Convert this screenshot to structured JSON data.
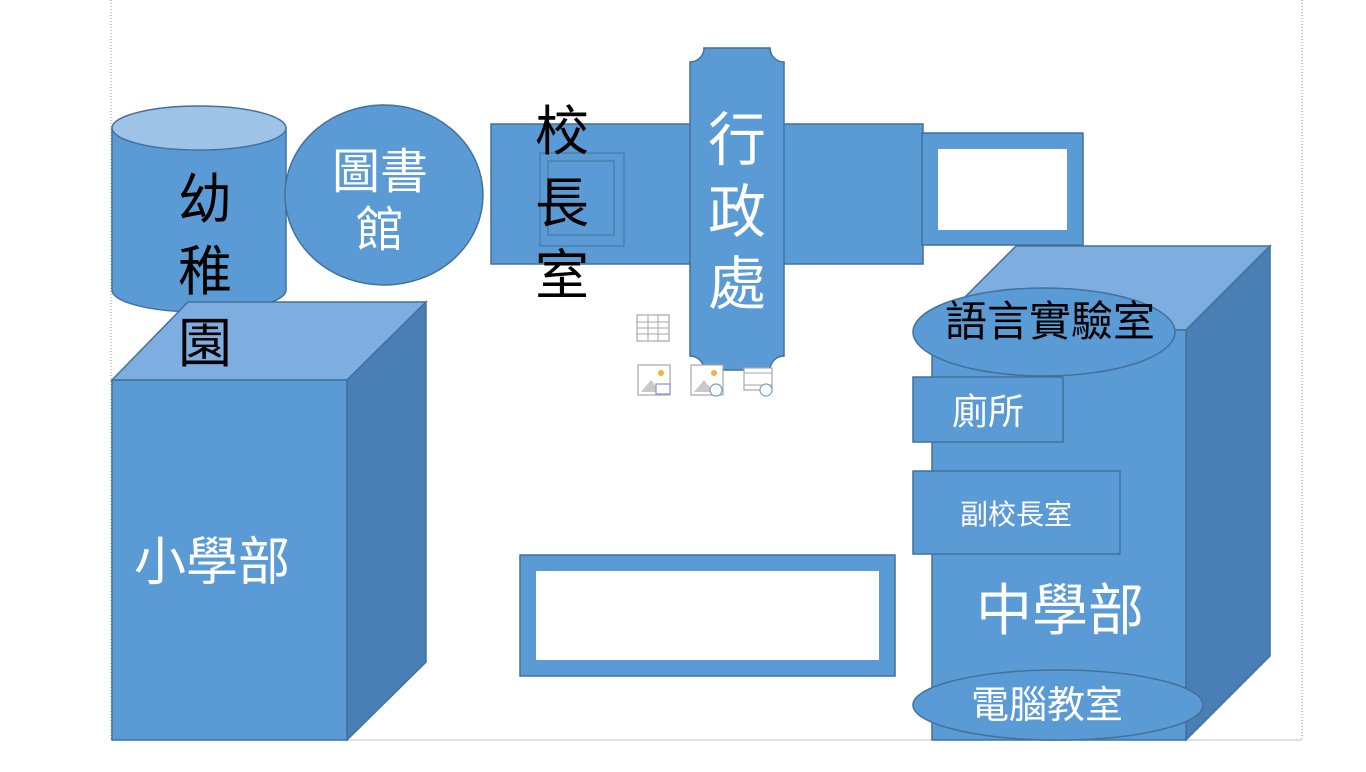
{
  "colors": {
    "fill": "#5b9bd5",
    "stroke": "#41719c",
    "top_face": "#7eaee0",
    "cylinder_top": "#9dc3e6",
    "side_face": "#4a7fb5",
    "icon_gray": "#a6a6a6",
    "icon_orange": "#f5b043",
    "slide_border": "#9a9a9a"
  },
  "labels": {
    "kindergarten": [
      "幼",
      "稚",
      "園"
    ],
    "library": [
      "圖書",
      "館"
    ],
    "principal_office": [
      "校",
      "長",
      "室"
    ],
    "administration": [
      "行",
      "政",
      "處"
    ],
    "primary_school": "小學部",
    "language_lab": "語言實驗室",
    "restroom": "廁所",
    "vice_principal_office": "副校長室",
    "secondary_school": "中學部",
    "computer_room": "電腦教室"
  },
  "placeholder_icons": [
    "table-icon",
    "picture-icon",
    "online-picture-icon",
    "video-icon"
  ]
}
